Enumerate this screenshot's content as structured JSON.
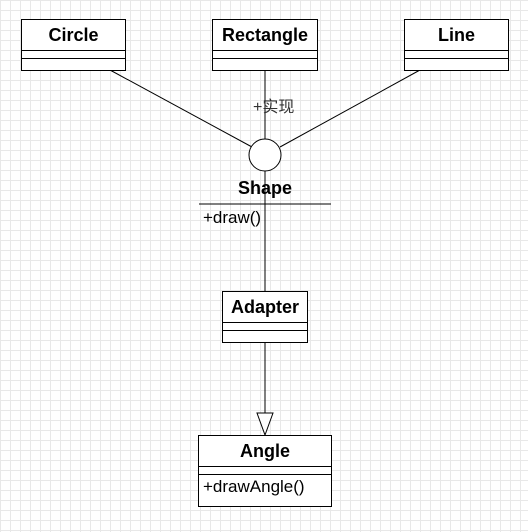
{
  "classes": {
    "circle": {
      "name": "Circle"
    },
    "rectangle": {
      "name": "Rectangle"
    },
    "line": {
      "name": "Line"
    },
    "adapter": {
      "name": "Adapter"
    },
    "angle": {
      "name": "Angle",
      "method": "+drawAngle()"
    }
  },
  "interface": {
    "name": "Shape",
    "method": "+draw()"
  },
  "realization_label": "+实现"
}
